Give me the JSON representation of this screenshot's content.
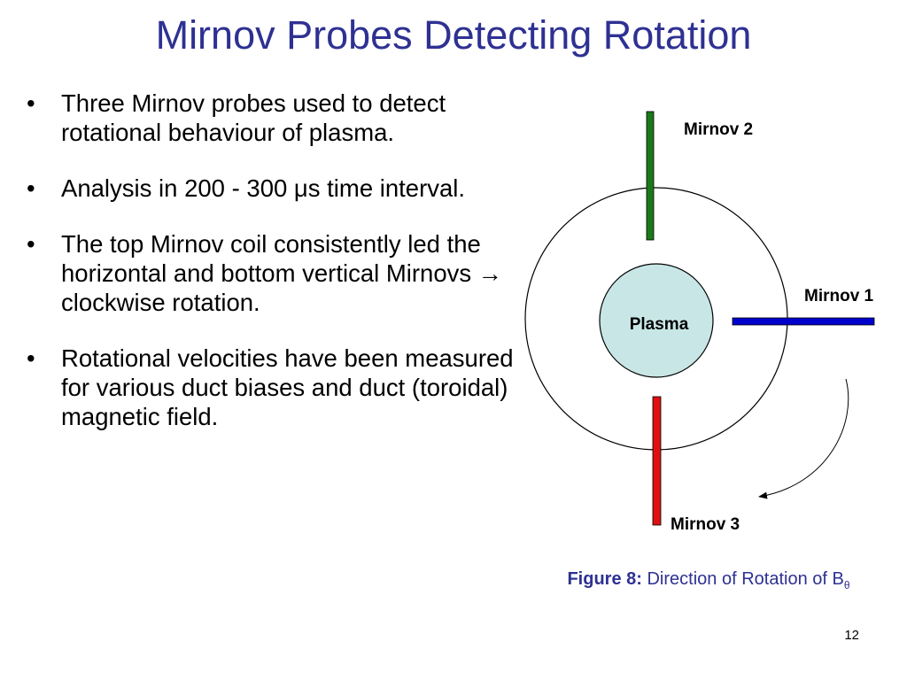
{
  "slide": {
    "title": "Mirnov Probes Detecting Rotation",
    "bullets": [
      "Three Mirnov probes used to detect rotational behaviour of plasma.",
      "Analysis in 200 - 300 μs time interval.",
      "The top Mirnov coil consistently led the horizontal and bottom vertical Mirnovs → clockwise rotation.",
      "Rotational velocities have been measured for various duct biases and duct (toroidal) magnetic field."
    ],
    "bullet_symbol": "•",
    "page_number": "12"
  },
  "diagram": {
    "plasma_label": "Plasma",
    "probes": {
      "mirnov1": {
        "label": "Mirnov 1",
        "color": "#0000cc"
      },
      "mirnov2": {
        "label": "Mirnov 2",
        "color": "#1a7a1a"
      },
      "mirnov3": {
        "label": "Mirnov 3",
        "color": "#dd1111"
      }
    },
    "plasma_fill": "#c8e6e6",
    "rotation_direction": "clockwise"
  },
  "caption": {
    "label": "Figure 8:",
    "text": "Direction of Rotation of B",
    "subscript": "θ"
  },
  "colors": {
    "title": "#2e3192",
    "caption": "#2e3192"
  }
}
